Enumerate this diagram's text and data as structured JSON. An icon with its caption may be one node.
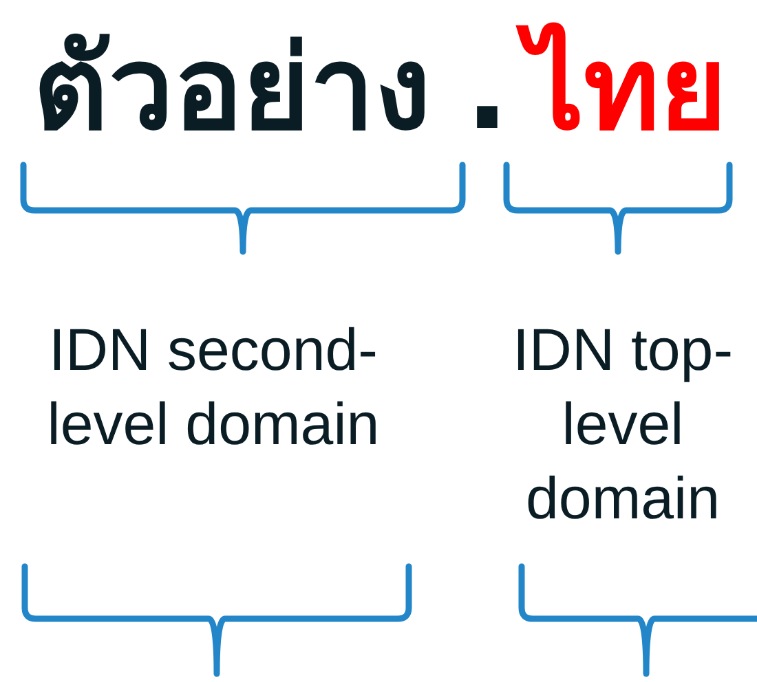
{
  "diagram": {
    "labels": [
      "ตัวอย่าง",
      ".",
      "ไทย",
      "IDN second-level domain",
      "IDN top-level domain"
    ]
  }
}
